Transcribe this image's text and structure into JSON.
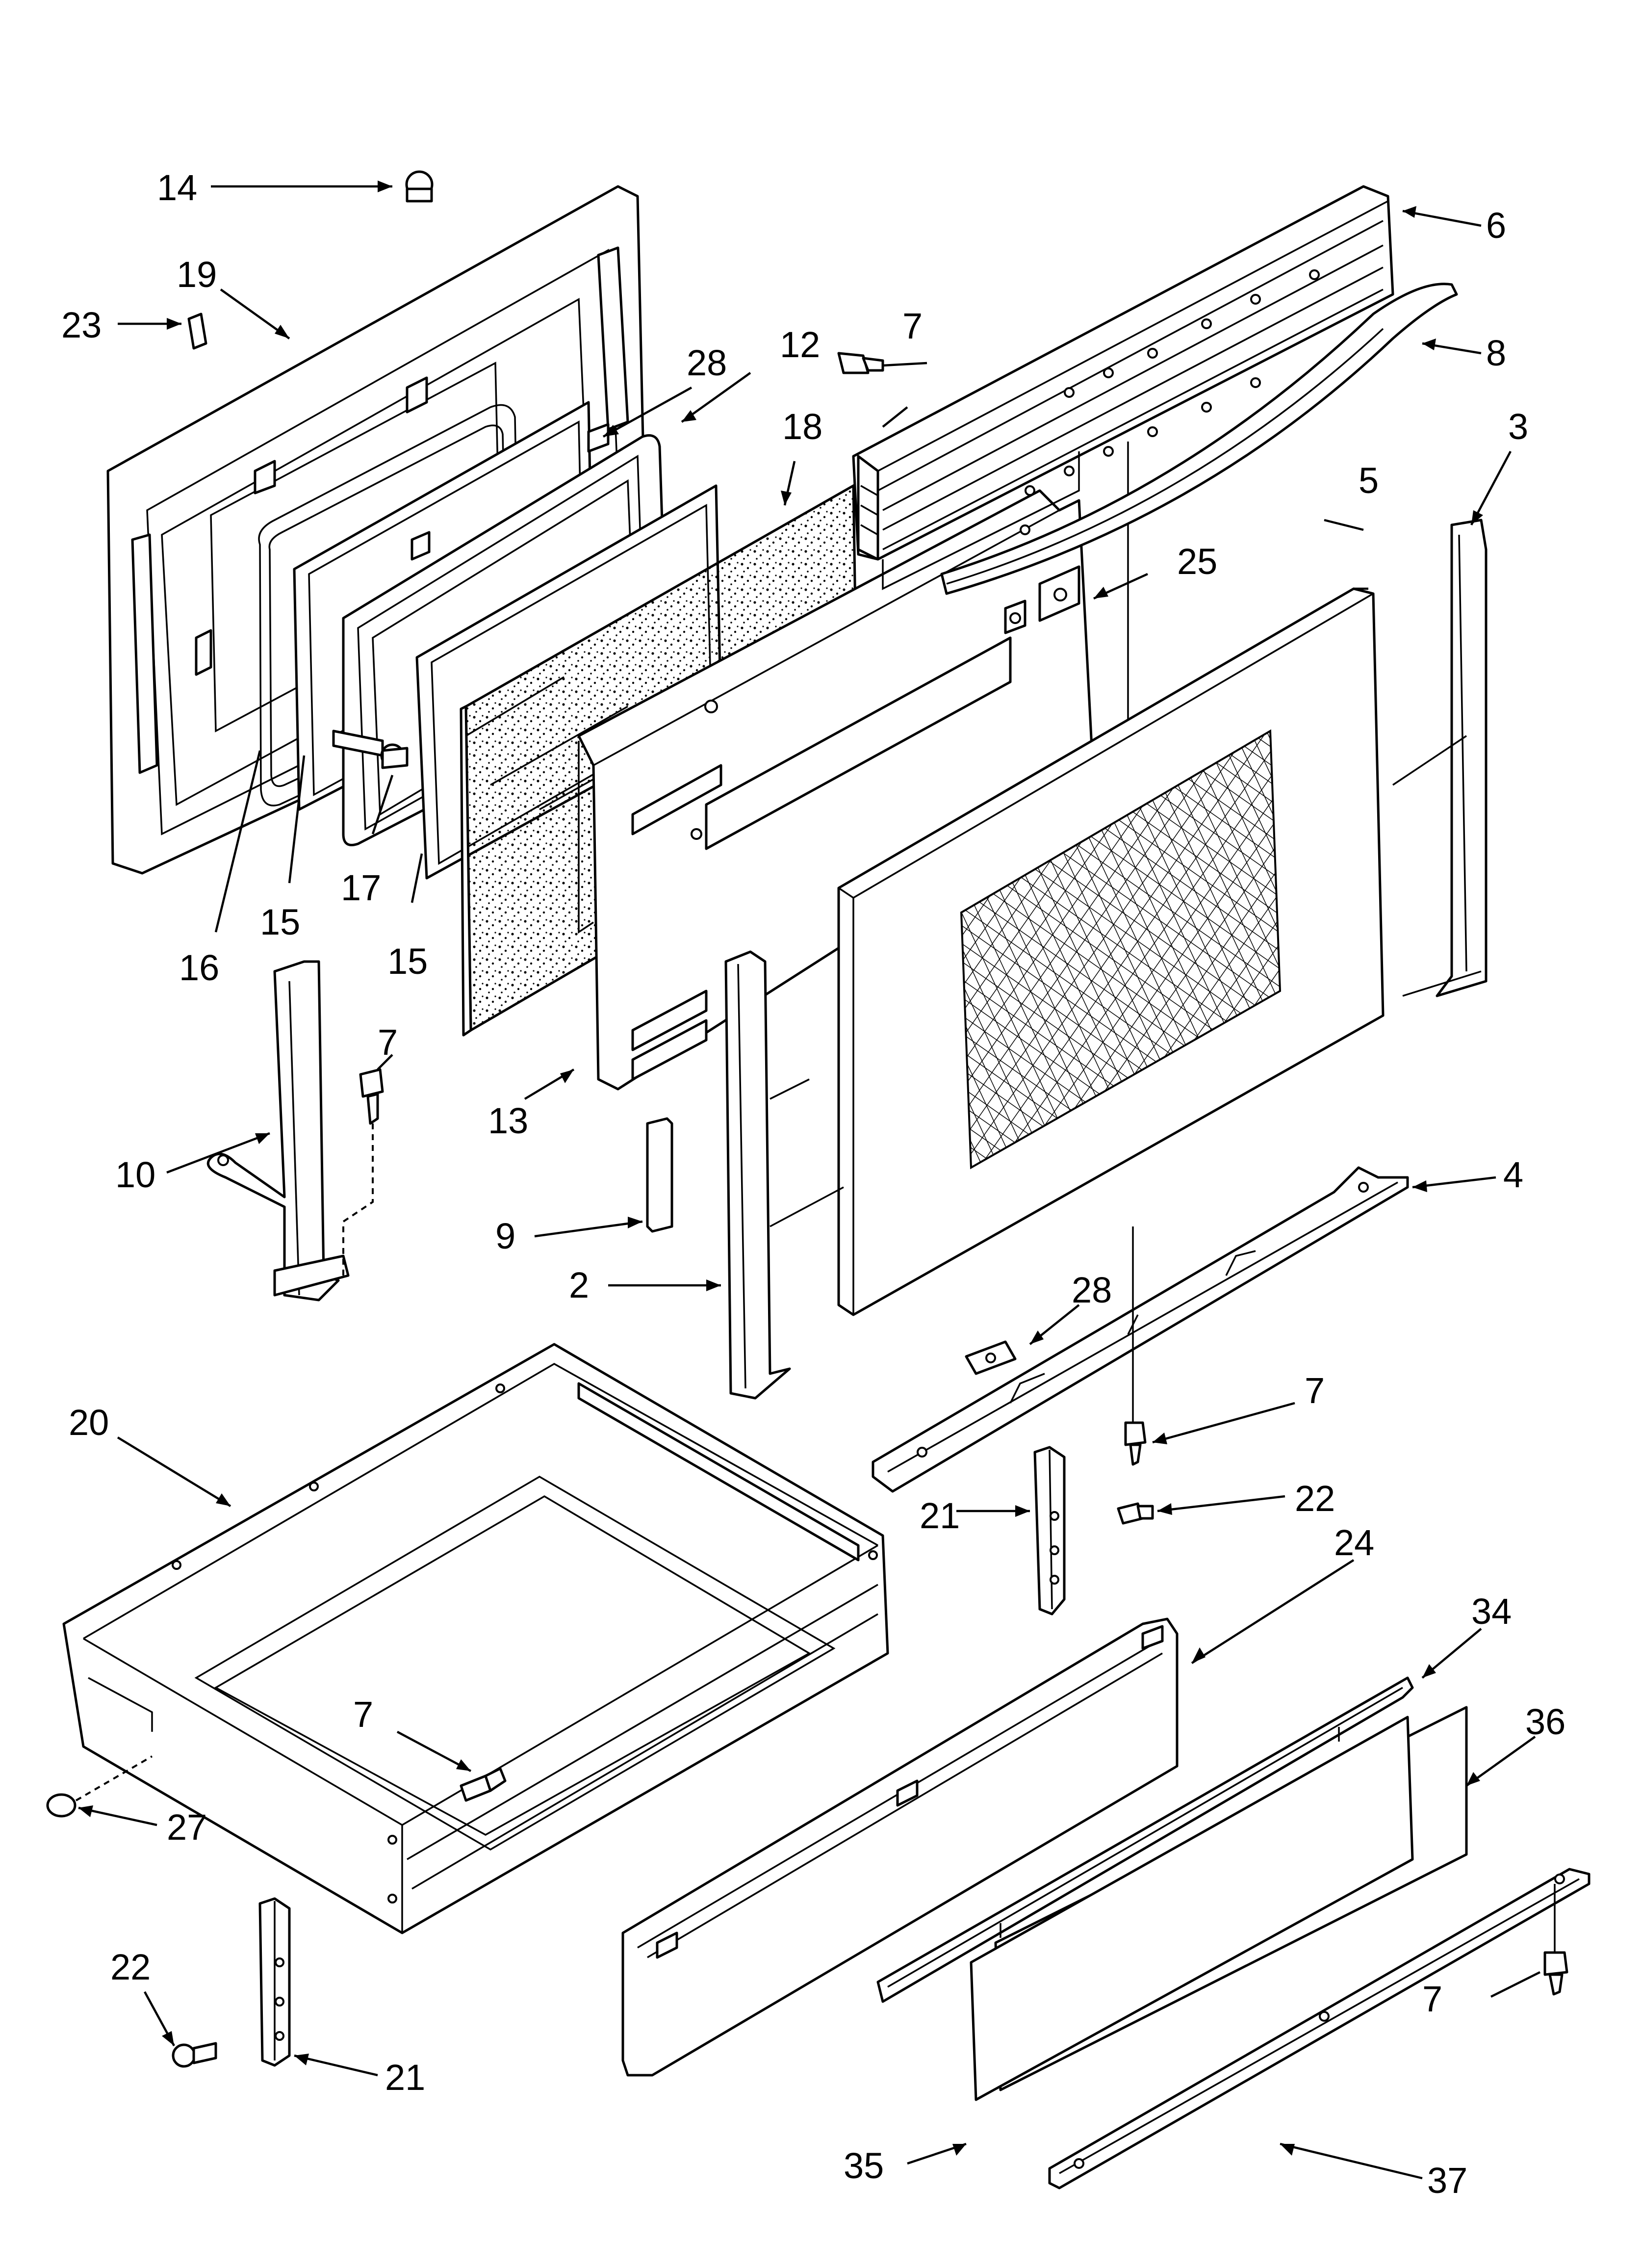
{
  "callouts": {
    "c14": "14",
    "c19": "19",
    "c23": "23",
    "c28a": "28",
    "c12": "12",
    "c7a": "7",
    "c6": "6",
    "c8": "8",
    "c3": "3",
    "c18": "18",
    "c5": "5",
    "c25": "25",
    "c16": "16",
    "c15a": "15",
    "c17": "17",
    "c15b": "15",
    "c7b": "7",
    "c10": "10",
    "c13": "13",
    "c9": "9",
    "c2": "2",
    "c4": "4",
    "c28b": "28",
    "c7c": "7",
    "c20": "20",
    "c21a": "21",
    "c22a": "22",
    "c24": "24",
    "c34": "34",
    "c7d": "7",
    "c36": "36",
    "c27": "27",
    "c22b": "22",
    "c21b": "21",
    "c35": "35",
    "c7e": "7",
    "c37": "37"
  },
  "colors": {
    "line": "#000000",
    "background": "#ffffff"
  }
}
